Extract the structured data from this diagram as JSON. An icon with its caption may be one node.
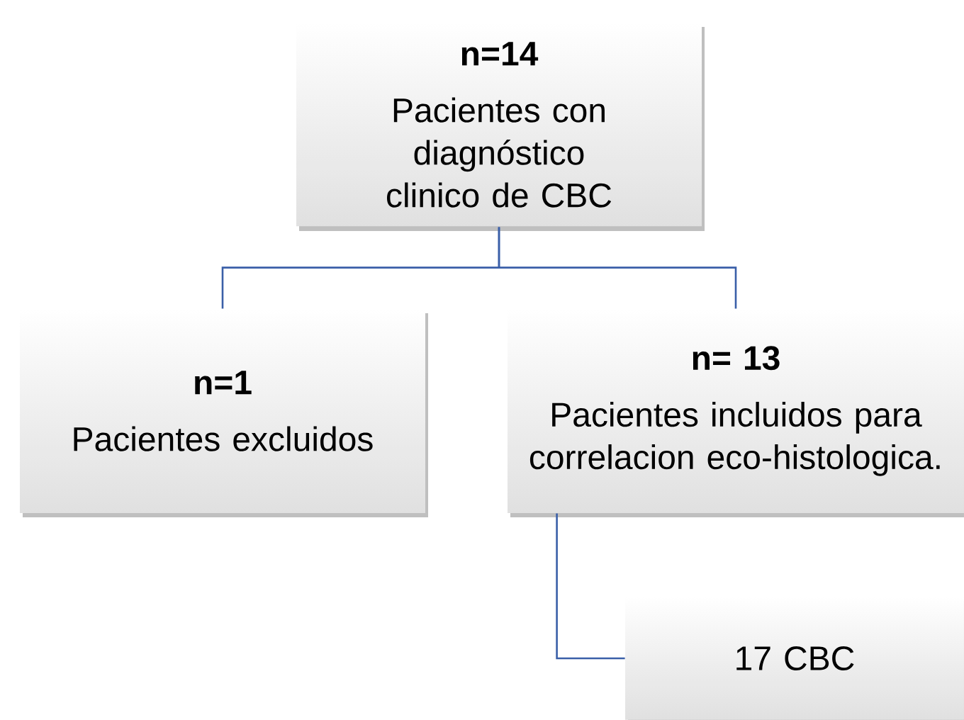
{
  "diagram": {
    "nodes": [
      {
        "text": [
          "n=14",
          "Pacientes con diagnóstico clinico de CBC"
        ]
      },
      {
        "text": [
          "n=1",
          "Pacientes excluidos"
        ]
      },
      {
        "text": [
          "n= 13",
          "Pacientes incluidos para correlacion eco-histologica."
        ]
      },
      {
        "text": [
          "17 CBC"
        ]
      }
    ],
    "edges": [
      {
        "from": 0,
        "to": 1,
        "arrow": "none"
      },
      {
        "from": 0,
        "to": 2,
        "arrow": "none"
      },
      {
        "from": 2,
        "to": 3,
        "arrow": "none"
      }
    ]
  }
}
